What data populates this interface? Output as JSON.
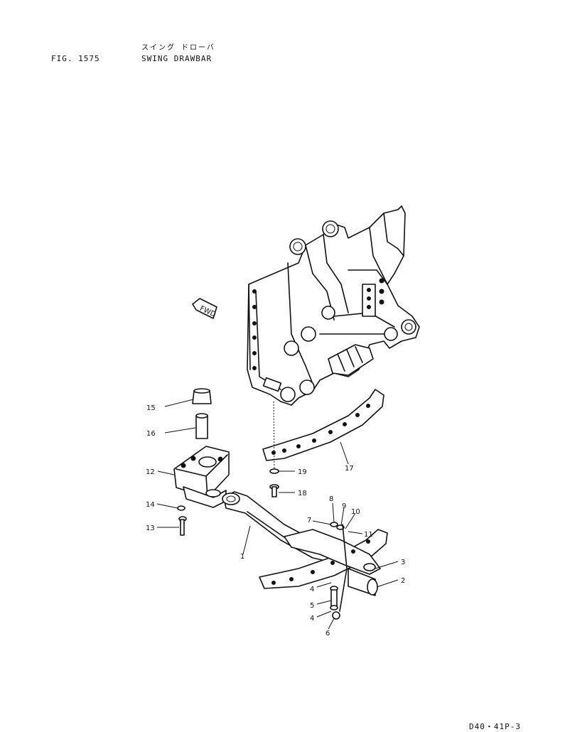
{
  "header": {
    "figure": "FIG. 1575",
    "title_jp": "スイング ドローバ",
    "title_en": "SWING DRAWBAR"
  },
  "footer": {
    "code": "D40・41P-3"
  },
  "direction_arrow": {
    "label": "FWD"
  },
  "callouts": [
    "1",
    "2",
    "3",
    "4",
    "4",
    "5",
    "6",
    "7",
    "8",
    "9",
    "10",
    "11",
    "12",
    "13",
    "14",
    "15",
    "16",
    "17",
    "18",
    "19"
  ]
}
